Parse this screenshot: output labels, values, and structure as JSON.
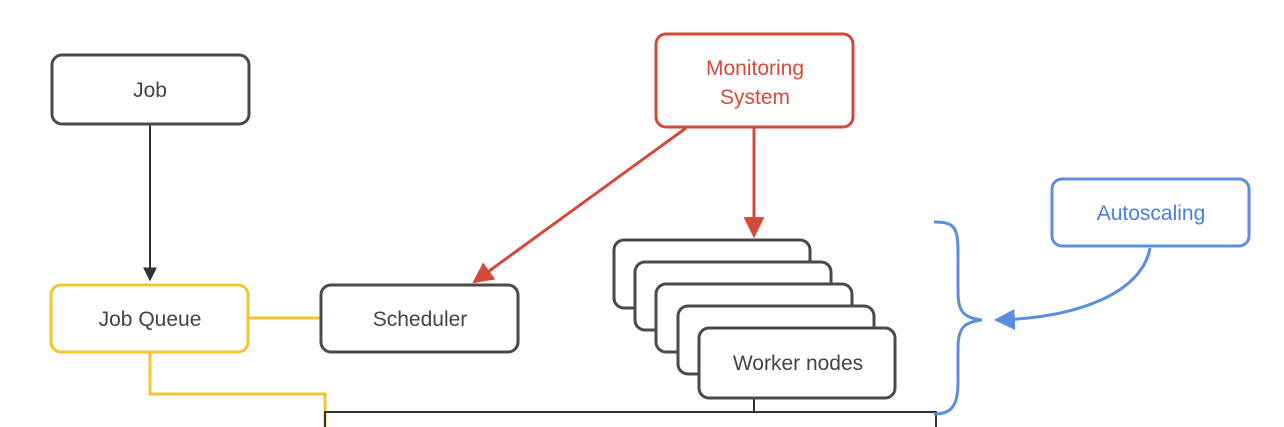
{
  "colors": {
    "background": "#ffffff",
    "default_stroke": "#4a4a4a",
    "default_text": "#444444",
    "monitoring": "#d34a3a",
    "monitoring_text": "#d94a3a",
    "job_queue": "#f2c531",
    "autoscaling": "#5a8fe0",
    "autoscaling_text": "#4a7fe0",
    "connector_dark": "#333333"
  },
  "nodes": {
    "job": {
      "label": "Job"
    },
    "job_queue": {
      "label": "Job Queue"
    },
    "scheduler": {
      "label": "Scheduler"
    },
    "monitoring": {
      "label_line1": "Monitoring",
      "label_line2": "System"
    },
    "autoscaling": {
      "label": "Autoscaling"
    },
    "worker_nodes": {
      "label": "Worker nodes",
      "stack_count": 5
    }
  },
  "edges": [
    {
      "from": "Job",
      "to": "Job Queue",
      "style": "arrow"
    },
    {
      "from": "Monitoring System",
      "to": "Scheduler",
      "style": "arrow"
    },
    {
      "from": "Monitoring System",
      "to": "Worker nodes",
      "style": "arrow"
    },
    {
      "from": "Autoscaling",
      "to": "Worker nodes",
      "style": "curved-arrow-to-brace"
    },
    {
      "from": "Job Queue",
      "to": "Scheduler",
      "style": "line"
    },
    {
      "from": "Job Queue",
      "to": "Worker nodes",
      "style": "line"
    }
  ]
}
